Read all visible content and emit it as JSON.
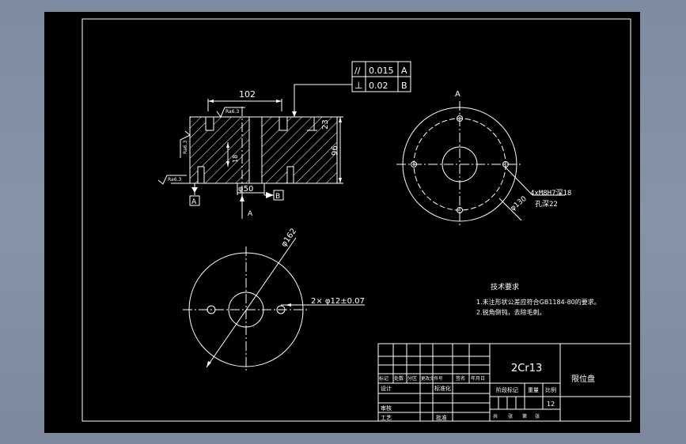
{
  "front_view": {
    "dim_width": "102",
    "dim_height": "96",
    "dim_top": "23",
    "dim_side": "18",
    "dim_bore": "φ50",
    "rough_top": "Ra6.3",
    "rough_left": "Ra6.3",
    "rough_bottom": "Ra6.3",
    "datum_a": "A",
    "datum_b": "B",
    "view_arrow_label": "A"
  },
  "tolerance": {
    "row1": {
      "symbol": "//",
      "value": "0.015",
      "datum": "A"
    },
    "row2": {
      "symbol": "⊥",
      "value": "0.02",
      "datum": "B"
    }
  },
  "view_a": {
    "title": "A",
    "hole_note_line1": "4xM8H7深18",
    "hole_note_line2": "孔深22",
    "dim_circle": "φ130"
  },
  "bottom_view": {
    "dim_diameter": "φ162",
    "dim_holes": "2× φ12±0.07"
  },
  "tech": {
    "title": "技术要求",
    "item1": "1.未注形状公差应符合GB1184-80的要求。",
    "item2": "2.锐角倒钝，去除毛刺。"
  },
  "title_block": {
    "material": "2Cr13",
    "part_name": "限位盘",
    "scale_value": "12",
    "header_cells": [
      "标记",
      "处数",
      "分区",
      "更改文件号",
      "签名",
      "年月日"
    ],
    "design": "设计",
    "standardize": "标准化",
    "review": "审核",
    "process": "工艺",
    "approve": "批准",
    "stage_mark": "阶段标记",
    "weight": "重量",
    "scale": "比例",
    "sheets_total": "共",
    "sheets_label": "张",
    "sheet_no": "第",
    "sheet_unit": "张"
  }
}
